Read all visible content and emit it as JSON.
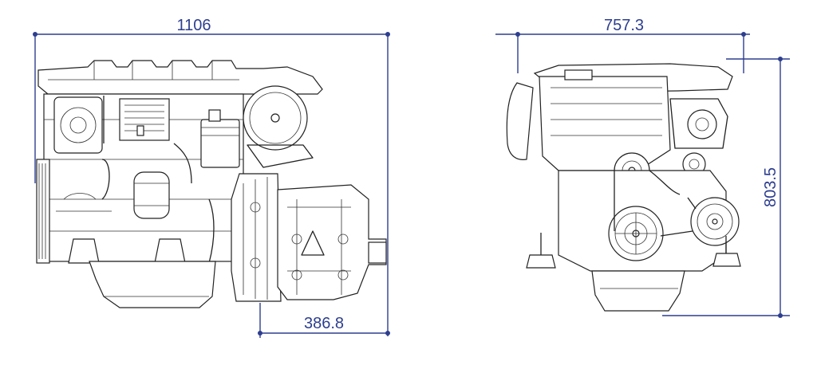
{
  "dimensions": {
    "side_length": "1106",
    "gearbox_length": "386.8",
    "front_width": "757.3",
    "front_height": "803.5"
  },
  "colors": {
    "dimension": "#2d3e8f",
    "drawing_ink": "#222222",
    "background": "#ffffff"
  }
}
